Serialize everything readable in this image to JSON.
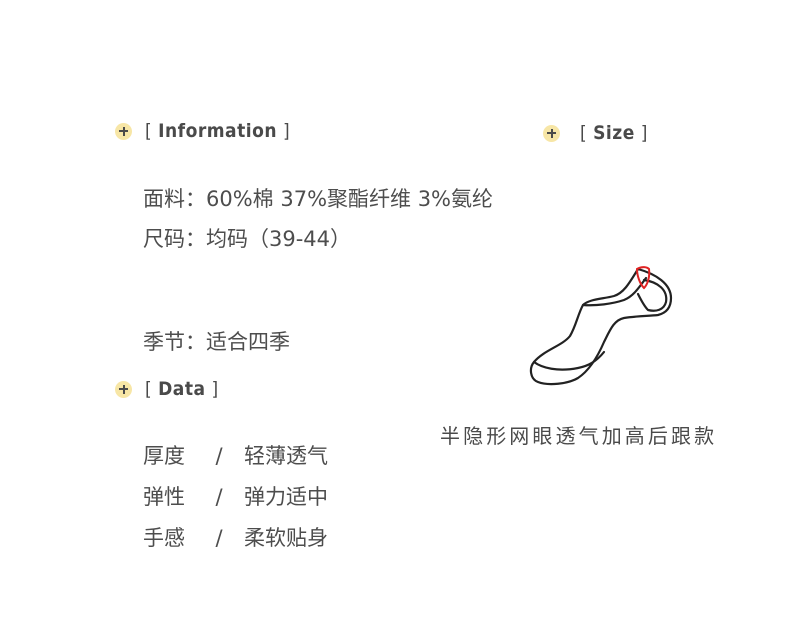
{
  "information": {
    "heading_open": "[ ",
    "heading_title": "Information",
    "heading_close": " ]",
    "fabric": "面料：60%棉 37%聚酯纤维 3%氨纶",
    "size": "尺码：均码（39-44）",
    "season": "季节：适合四季"
  },
  "size_section": {
    "heading_open": "[ ",
    "heading_title": "Size",
    "heading_close": " ]",
    "caption": "半隐形网眼透气加高后跟款"
  },
  "data_section": {
    "heading_open": "[ ",
    "heading_title": "Data",
    "heading_close": " ]",
    "rows": [
      {
        "key": "厚度",
        "sep": "/",
        "value": "轻薄透气"
      },
      {
        "key": "弹性",
        "sep": "/",
        "value": "弹力适中"
      },
      {
        "key": "手感",
        "sep": "/",
        "value": "柔软贴身"
      }
    ]
  },
  "colors": {
    "bullet": "#f7e6a6",
    "text": "#4a4a4a",
    "heel_accent": "#e02424"
  },
  "icons": {
    "bullet": "plus-circle-icon",
    "illustration": "sock-icon"
  }
}
